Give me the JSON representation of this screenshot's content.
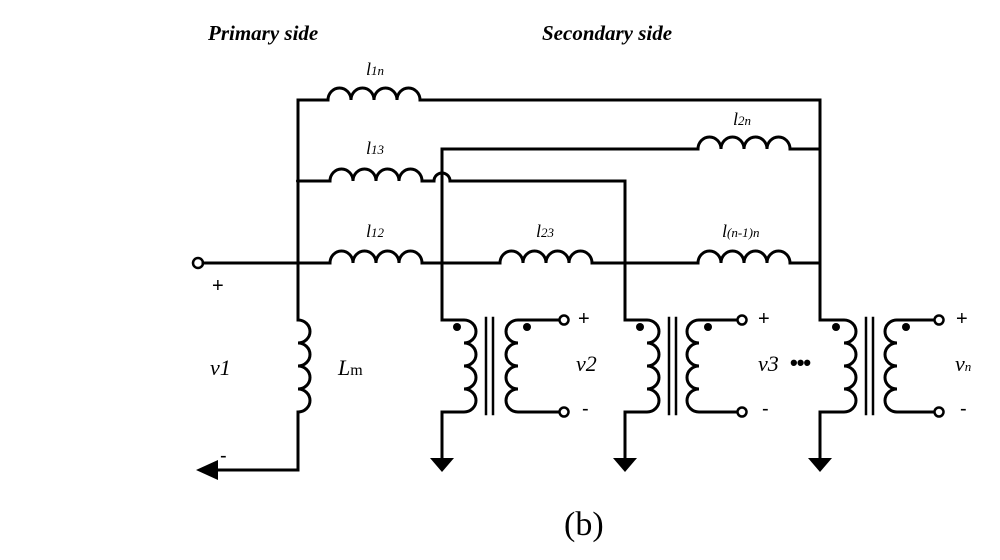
{
  "headers": {
    "primary": "Primary side",
    "secondary": "Secondary side"
  },
  "inductors": {
    "l1n": {
      "main": "l",
      "sub": "1n"
    },
    "l13": {
      "main": "l",
      "sub": "13"
    },
    "l12": {
      "main": "l",
      "sub": "12"
    },
    "l23": {
      "main": "l",
      "sub": "23"
    },
    "l2n": {
      "main": "l",
      "sub": "2n"
    },
    "ln1n": {
      "main": "l",
      "sub": "(n-1)n"
    },
    "lm": {
      "main": "L",
      "sub": "m"
    }
  },
  "voltages": {
    "v1": "v1",
    "v2": "v2",
    "v3": "v3",
    "vn": {
      "main": "v",
      "sub": "n"
    }
  },
  "signs": {
    "plus": "+",
    "minus": "-"
  },
  "ellipsis": "•••",
  "caption": "(b)"
}
